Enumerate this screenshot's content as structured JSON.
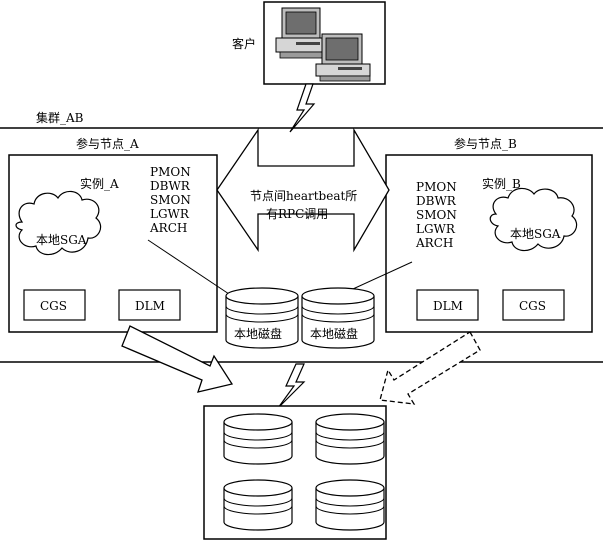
{
  "client": {
    "label": "客户"
  },
  "cluster": {
    "label": "集群_AB"
  },
  "node_a": {
    "title": "参与节点_A",
    "instance": "实例_A",
    "processes": [
      "PMON",
      "DBWR",
      "SMON",
      "LGWR",
      "ARCH"
    ],
    "sga": "本地SGA",
    "cgs": "CGS",
    "dlm": "DLM"
  },
  "node_b": {
    "title": "参与节点_B",
    "instance": "实例_B",
    "processes": [
      "PMON",
      "DBWR",
      "SMON",
      "LGWR",
      "ARCH"
    ],
    "sga": "本地SGA",
    "cgs": "CGS",
    "dlm": "DLM"
  },
  "interconnect": {
    "line1": "节点间heartbeat所",
    "line2": "有RPC调用"
  },
  "local_disks": [
    "本地磁盘",
    "本地磁盘"
  ]
}
